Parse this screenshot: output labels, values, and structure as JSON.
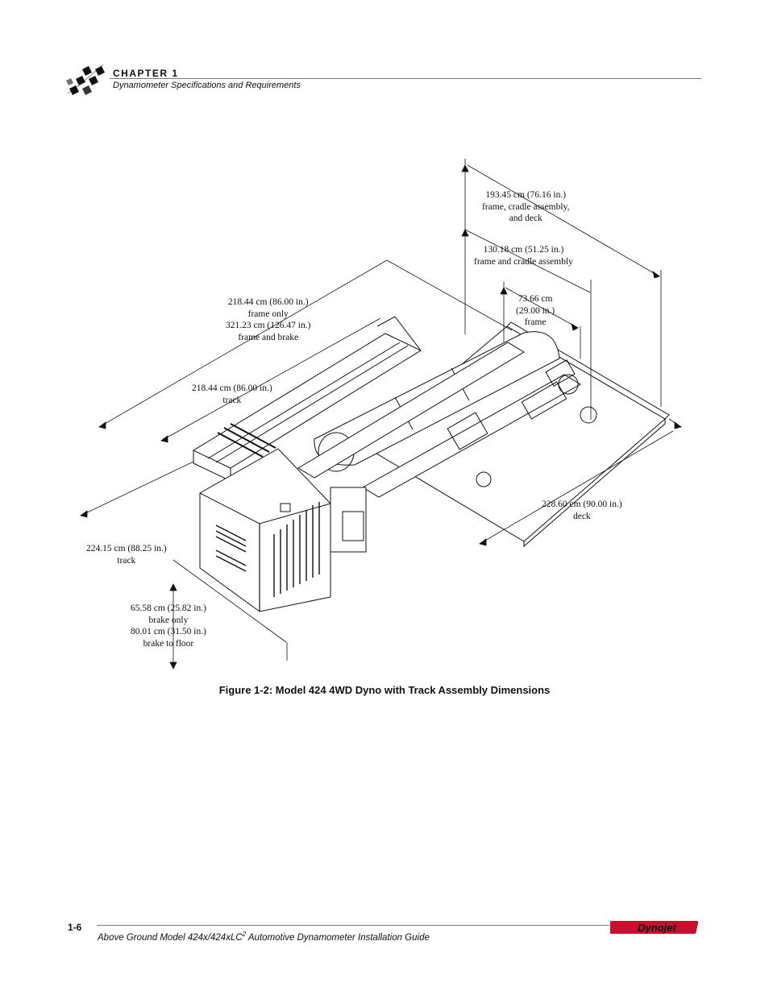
{
  "header": {
    "chapter": "CHAPTER 1",
    "subtitle": "Dynamometer Specifications and Requirements",
    "logo_icon": "checkered-flag-icon"
  },
  "figure": {
    "dimensions": {
      "overall_length": [
        "193.45 cm (76.16 in.)",
        "frame, cradle assembly,",
        "and deck"
      ],
      "frame_cradle": [
        "130.18 cm (51.25 in.)",
        "frame and cradle assembly"
      ],
      "frame": [
        "73.66 cm",
        "(29.00 in.)",
        "frame"
      ],
      "frame_brake": [
        "218.44 cm (86.00 in.)",
        "frame only",
        "321.23 cm (126.47 in.)",
        "frame and brake"
      ],
      "track_width": [
        "218.44 cm (86.00 in.)",
        "track"
      ],
      "deck": [
        "228.60 cm (90.00 in.)",
        "deck"
      ],
      "track_length": [
        "224.15 cm (88.25 in.)",
        "track"
      ],
      "brake_height": [
        "65.58 cm (25.82 in.)",
        "brake only",
        "80.01 cm (31.50 in.)",
        "brake to floor"
      ]
    }
  },
  "caption": "Figure 1-2: Model 424 4WD Dyno with Track Assembly Dimensions",
  "footer": {
    "page": "1-6",
    "title_prefix": "Above Ground Model 424x/424xLC",
    "title_sup": "2",
    "title_suffix": " Automotive Dynamometer Installation Guide",
    "logo_text": "Dynojet",
    "colors": {
      "logo_red": "#c8102e",
      "rule_gray": "#777777"
    }
  }
}
